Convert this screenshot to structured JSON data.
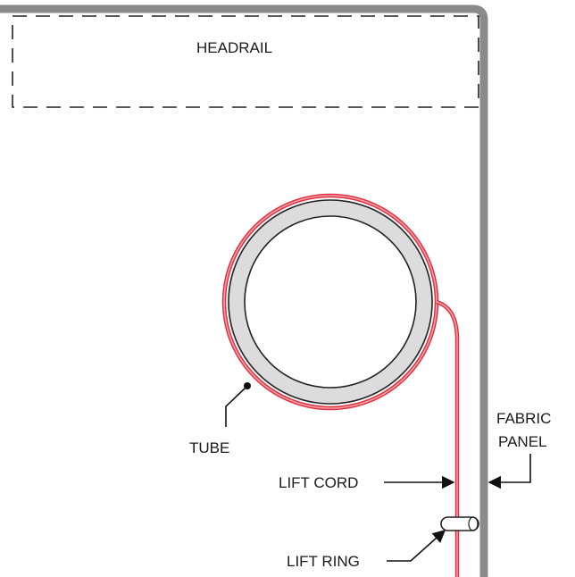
{
  "labels": {
    "headrail": "HEADRAIL",
    "tube": "TUBE",
    "fabric_panel_line1": "FABRIC",
    "fabric_panel_line2": "PANEL",
    "lift_cord": "LIFT CORD",
    "lift_ring": "LIFT RING"
  },
  "colors": {
    "panel": "#8a8a8a",
    "tube_fill": "#dcdcdc",
    "tube_outline": "#222222",
    "cord": "#e03040",
    "cord_core": "#f4a0a8",
    "headrail_outline": "#222222",
    "leader": "#111111"
  }
}
